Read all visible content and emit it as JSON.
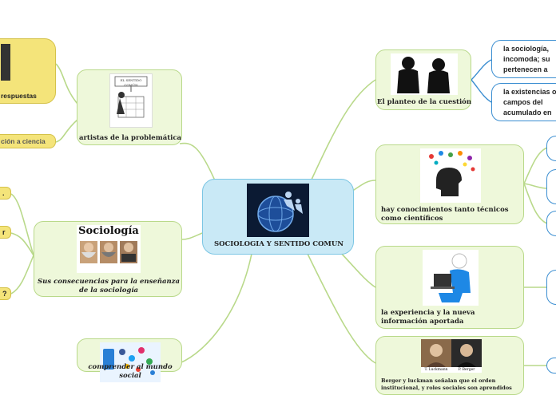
{
  "center": {
    "title": "SOCIOLOGIA Y SENTIDO COMUN"
  },
  "left": {
    "artistas": {
      "label": "artistas de la problemática",
      "sign_text": "EL SENTIDO COMÚN"
    },
    "consecuencias": {
      "label": "Sus consecuencias para la enseñanza de la sociología",
      "pic_title": "Sociología"
    },
    "comprender": {
      "label": "comprender al mundo social"
    },
    "respuestas": {
      "label": "respuestas"
    },
    "ciencia": {
      "label": "ción a ciencia"
    },
    "stubs": [
      ".",
      "r",
      "?"
    ]
  },
  "right": {
    "planteo": {
      "label": "El planteo de la cuestión"
    },
    "conocimientos": {
      "label": "hay conocimientos tanto técnicos como científicos"
    },
    "experiencia": {
      "label": "la experiencia  y la nueva información aportada"
    },
    "berger": {
      "label": "Berger y luckman señalan que el orden institucional, y roles sociales son aprendidos",
      "caption_left": "T. Luckmann",
      "caption_right": "P. Berger"
    }
  },
  "leaves": {
    "sociologia": "la sociología, incomoda; su pertenecen a",
    "existencias": "la existencias o campos del acumulado en"
  },
  "colors": {
    "branch": "#b9d98a",
    "green_node": "#eef8da",
    "center_node": "#c9e9f6",
    "yellow_node": "#f4e47a",
    "leaf_border": "#3b8ed1"
  }
}
